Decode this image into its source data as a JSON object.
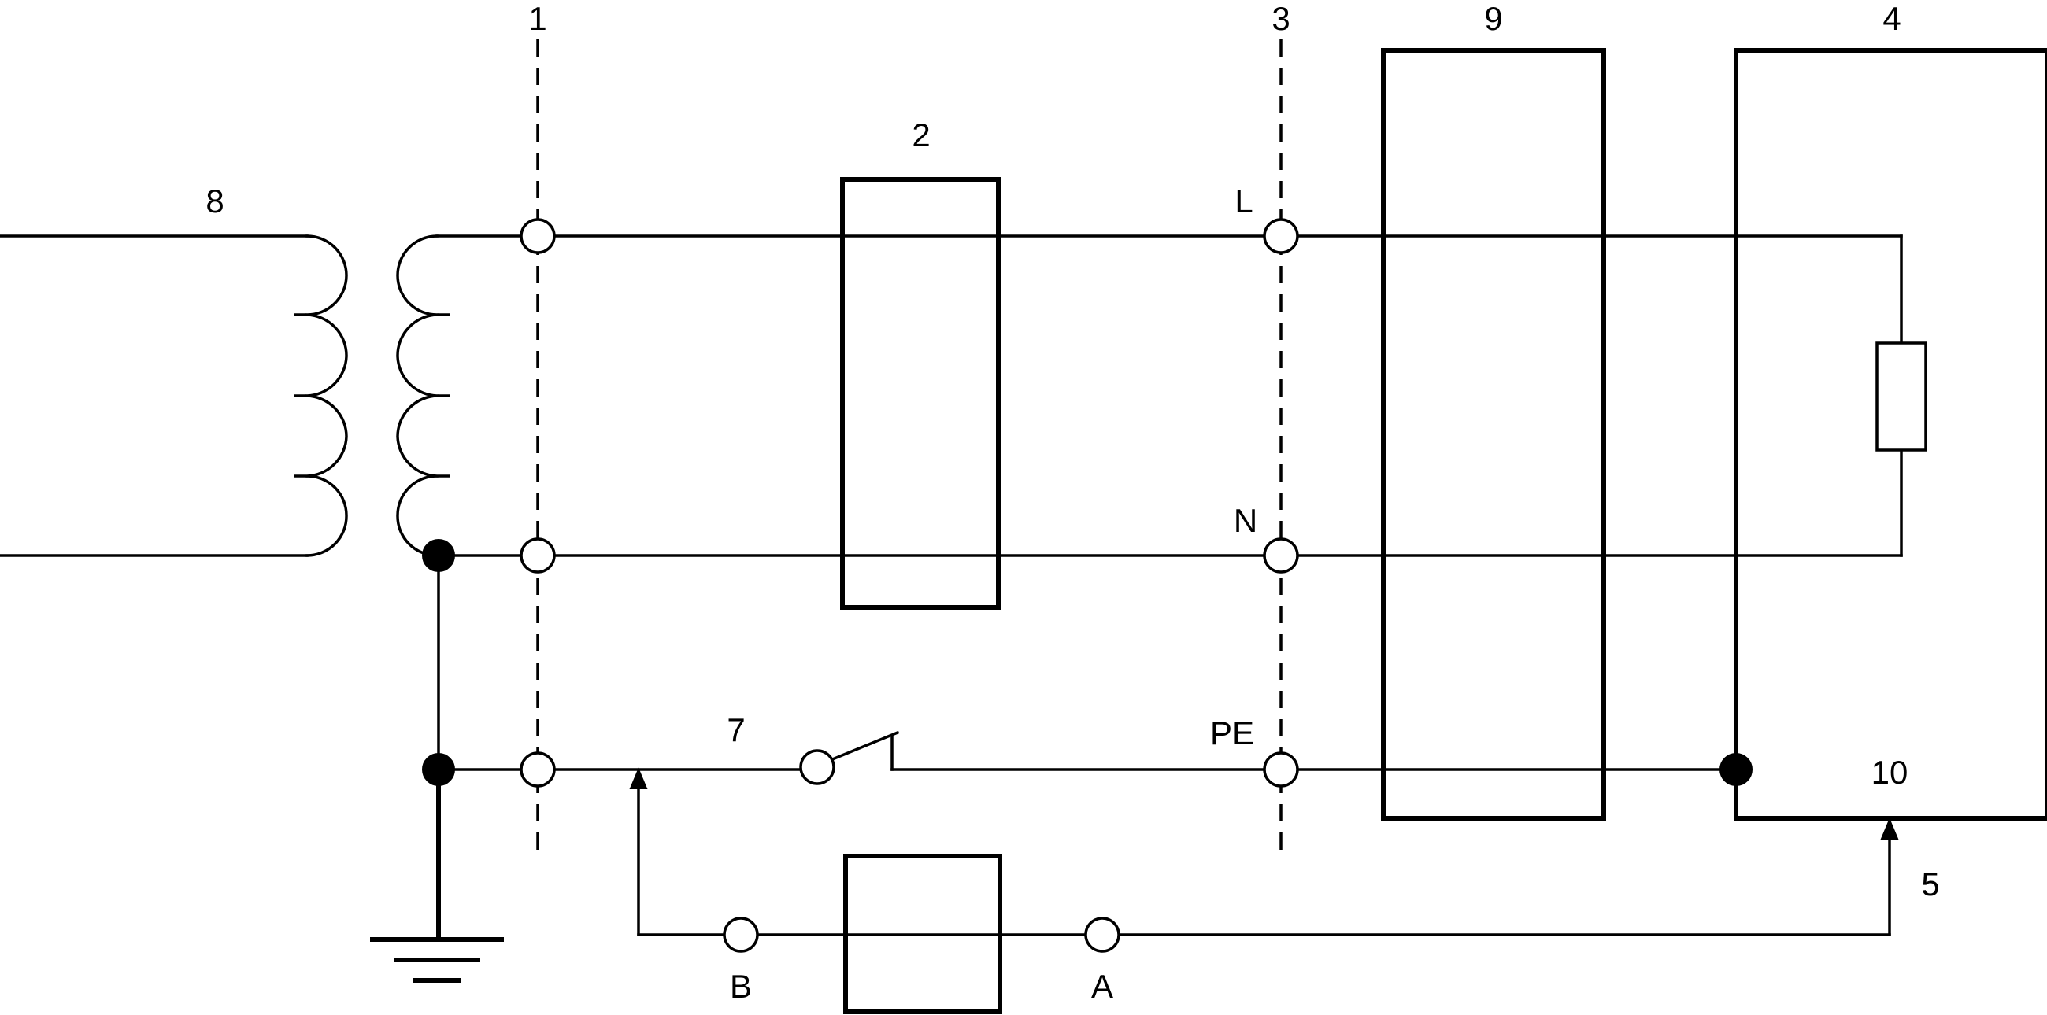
{
  "diagram": {
    "labels": {
      "l1": "1",
      "l2": "2",
      "l3": "3",
      "l4": "4",
      "l5": "5",
      "l7": "7",
      "l8": "8",
      "l9": "9",
      "l10": "10",
      "L": "L",
      "N": "N",
      "PE": "PE",
      "A": "A",
      "B": "B"
    },
    "colors": {
      "line": "#000000",
      "background": "#ffffff"
    }
  }
}
